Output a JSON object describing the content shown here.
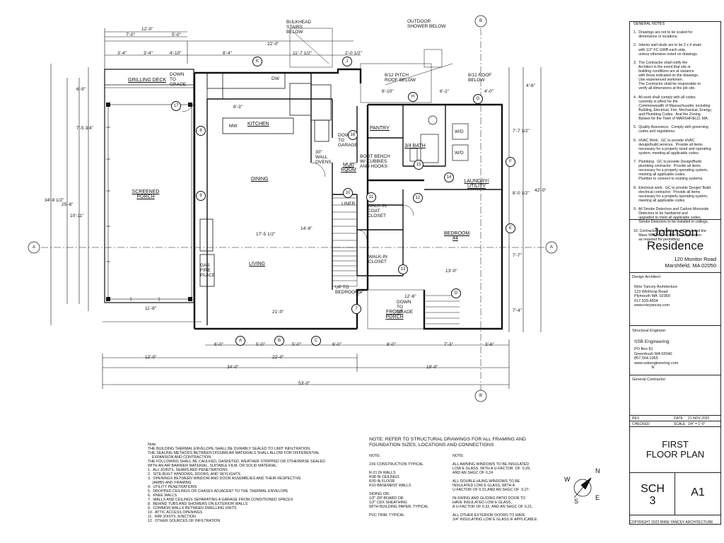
{
  "plan": {
    "room_labels": [
      {
        "id": "grilling",
        "text": "GRILLING DECK"
      },
      {
        "id": "kitchen",
        "text": "KITCHEN"
      },
      {
        "id": "dining",
        "text": "DINING"
      },
      {
        "id": "screened",
        "text": "SCREENED PORCH"
      },
      {
        "id": "living",
        "text": "LIVING"
      },
      {
        "id": "pantry",
        "text": "PANTRY"
      },
      {
        "id": "bath",
        "text": "3/4 BATH"
      },
      {
        "id": "mud",
        "text": "MUD ROOM"
      },
      {
        "id": "laundry",
        "text": "LAUNDRY/ UTILITY"
      },
      {
        "id": "bedroom",
        "text": "BEDROOM #4"
      },
      {
        "id": "frontporch",
        "text": "FRONT PORCH"
      }
    ],
    "notes": [
      {
        "id": "bulkhead",
        "text": "BULKHEAD STAIRS BELOW"
      },
      {
        "id": "shower",
        "text": "OUTDOOR SHOWER BELOW"
      },
      {
        "id": "downgrade1",
        "text": "DOWN TO GRADE"
      },
      {
        "id": "pitch812",
        "text": "8/12 PITCH ROOF BELOW"
      },
      {
        "id": "roofbelow",
        "text": "8/12 ROOF BELOW"
      },
      {
        "id": "downgarage",
        "text": "DOWN TO GARAGE"
      },
      {
        "id": "ovens",
        "text": "30\" WALL OVENS"
      },
      {
        "id": "bench",
        "text": "BOOT BENCH W/ CUBBIES AND HOOKS"
      },
      {
        "id": "liner",
        "text": "LINER"
      },
      {
        "id": "coat",
        "text": "WALK-IN COAT CLOSET"
      },
      {
        "id": "walkin",
        "text": "WALK-IN CLOSET"
      },
      {
        "id": "upbed",
        "text": "UP TO BEDROOMS"
      },
      {
        "id": "downgrade2",
        "text": "DOWN TO GRADE"
      },
      {
        "id": "gasfire",
        "text": "GAS FIRE PLACE"
      },
      {
        "id": "mw",
        "text": "MW"
      },
      {
        "id": "dw",
        "text": "DW"
      },
      {
        "id": "wd1",
        "text": "W/D"
      },
      {
        "id": "wd2",
        "text": "W/D"
      }
    ],
    "dimensions": [
      {
        "id": "d12top",
        "text": "12'-0\""
      },
      {
        "id": "d7",
        "text": "7'-0\""
      },
      {
        "id": "d5",
        "text": "5'-0\""
      },
      {
        "id": "d22top",
        "text": "22'-0\""
      },
      {
        "id": "d34a",
        "text": "3'-4\""
      },
      {
        "id": "d34b",
        "text": "3'-4\""
      },
      {
        "id": "d410",
        "text": "4'-10\""
      },
      {
        "id": "d84",
        "text": "8'-4\""
      },
      {
        "id": "d1171",
        "text": "11'-7 1/2\""
      },
      {
        "id": "d210",
        "text": "2'-0 1/2\""
      },
      {
        "id": "d69",
        "text": "6'-9\""
      },
      {
        "id": "d610",
        "text": "6'-10\""
      },
      {
        "id": "d62",
        "text": "6'-2\""
      },
      {
        "id": "d40",
        "text": "4'-0\""
      },
      {
        "id": "d8",
        "text": "8'-3\""
      },
      {
        "id": "d7534",
        "text": "7'-5 3/4\""
      },
      {
        "id": "d3412",
        "text": "34'-8 1/2\""
      },
      {
        "id": "d256",
        "text": "25'-6\""
      },
      {
        "id": "d1011",
        "text": "10'-11\""
      },
      {
        "id": "d1761",
        "text": "17'-5 1/2\""
      },
      {
        "id": "d148",
        "text": "14'-8\""
      },
      {
        "id": "d130",
        "text": "13'-0\""
      },
      {
        "id": "d210b",
        "text": "21'-0\""
      },
      {
        "id": "d126",
        "text": "12'-6\""
      },
      {
        "id": "d6bot",
        "text": "6'-0\""
      },
      {
        "id": "d5bot",
        "text": "5'-0\""
      },
      {
        "id": "d5bot2",
        "text": "5'-0\""
      },
      {
        "id": "d6bot2",
        "text": "6'-0\""
      },
      {
        "id": "d8bot",
        "text": "8'-0\""
      },
      {
        "id": "d73",
        "text": "7'-3\""
      },
      {
        "id": "d36",
        "text": "3'-6\""
      },
      {
        "id": "d12bot",
        "text": "12'-0\""
      },
      {
        "id": "d22bot",
        "text": "22'-0\""
      },
      {
        "id": "d34bot",
        "text": "34'-0\""
      },
      {
        "id": "d19bot",
        "text": "19'-0\""
      },
      {
        "id": "d53",
        "text": "53'-0\""
      },
      {
        "id": "d420",
        "text": "42'-0\""
      },
      {
        "id": "d46",
        "text": "4'-6\""
      },
      {
        "id": "d7712",
        "text": "7'-7 1/2\""
      },
      {
        "id": "d8012",
        "text": "8'-0 1/2\""
      },
      {
        "id": "d77",
        "text": "7'-7\""
      },
      {
        "id": "d74",
        "text": "7'-4\""
      },
      {
        "id": "d1311",
        "text": "11'-8\""
      }
    ],
    "grid_bubbles": [
      {
        "id": "A-left",
        "text": "A"
      },
      {
        "id": "A-right",
        "text": "A"
      },
      {
        "id": "B-top",
        "text": "B"
      },
      {
        "id": "B-bot",
        "text": "B"
      },
      {
        "id": "K",
        "text": "K"
      },
      {
        "id": "J",
        "text": "J"
      },
      {
        "id": "H",
        "text": "H"
      },
      {
        "id": "G",
        "text": "G"
      },
      {
        "id": "F",
        "text": "F"
      },
      {
        "id": "E",
        "text": "E"
      },
      {
        "id": "D",
        "text": "D"
      },
      {
        "id": "Abot",
        "text": "A"
      },
      {
        "id": "Bbot",
        "text": "B"
      },
      {
        "id": "Cbot",
        "text": "C"
      }
    ],
    "window_tags": [
      {
        "id": "w17",
        "text": "17"
      },
      {
        "id": "w8",
        "text": "8"
      },
      {
        "id": "w9",
        "text": "9"
      },
      {
        "id": "w16",
        "text": "16"
      },
      {
        "id": "w15",
        "text": "15"
      },
      {
        "id": "w14",
        "text": "14"
      },
      {
        "id": "w10",
        "text": "10"
      },
      {
        "id": "w11",
        "text": "11"
      },
      {
        "id": "w12",
        "text": "12"
      },
      {
        "id": "w13",
        "text": "13"
      },
      {
        "id": "w7",
        "text": "7"
      }
    ]
  },
  "structural_note": "NOTE:  REFER TO STRUCTURAL DRAWINGS FOR ALL FRAMING AND FOUNDATION  SIZES, LOCATIONS AND CONNECTIONS",
  "note_left": "Note:\nTHE BUILDING THERMAL ENVELOPE SHALL BE DURABLY SEALED TO LIMIT INFILTRATION.\nTHE SEALING METHODS BETWEEN DISSIMILAR MATERIALS SHALL ALLOW FOR DIFFERENTIAL\n    EXPANSION AND CONTRACTION.\nTHE FOLLOWING SHALL BE CAULKED, GASKETED, WEATHER STRIPPED OR OTHERWISE SEALED\nWITH AN AIR BARRIER MATERIAL, SUITABLE FILM, OR SOLID MATERIAL:\n1.  ALL JOINTS, SEAMS AND PENETRATIONS\n2.  SITE-BUILT WINDOWS, DOORS, AND SKYLIGHTS\n3.  OPENINGS BETWEEN WINDOW AND DOOR ASSEMBLIES AND THEIR RESPECTIVE\n    JAMBS AND FRAMING\n4.  UTILITY PENETRATIONS\n5.  DROPPED CEILINGS OR CHASES ADJACENT TO THE THERMAL ENVELOPE\n6.  KNEE WALLS\n7.  WALLS AND CEILINGS SEPARATING A GARAGE FROM CONDITIONED SPACES\n8.  BEHIND TUBS AND SHOWERS ON EXTERIOR WALLS\n9.  COMMON WALLS BETWEEN DWELLING UNITS\n10.  ATTIC ACCESS OPENINGS\n11.  RIM JOISTS JUNCTION\n12.  OTHER SOURCES OF INFILTRATION",
  "note_mid": "NOTE:\n\n2X6 CONSTRUCTION TYPICAL\n\nR-21 IN WALLS\nR38 IN CEILINGS\nR30 IN FLOOR\nR10 BASEMENT WALLS\n\nSIDING ON:\n1/2\" ZIP BOARD OR\n1/2\" CDX SHEATHING\nWITH BUILDING PAPER, TYPICAL\n\nPVC TRIM, TYPICAL",
  "note_right": "NOTE:\n\nALL AWNING WINDOWS TO BE INSULATED\nLOW E GLASS, WITH A U-FACTOR  OF  0.29,\nAND AN SHGC OF 0.24\n\nALL DOUBLE-HUNG WINDOWS TO BE\nINSULATED LOW E GLASS, WITH A\nU-FACTOR OF 0.31,AND AN SHGC OF  0.27.\n\nIN-SWING AND GLIDING PATIO DOOR TO\nHAVE INSULATED LOW E GLASS,\nA U-FACTOR OF 0.32, AND AN SHGC OF 0.21.\n\nALL OTHER EXTERIOR DOORS TO HAVE\n3/4\" INSULATING LOW E GLASS IF APPLICABLE.",
  "compass": {
    "n": "N",
    "e": "E",
    "s": "S",
    "w": "W"
  },
  "title_block": {
    "general_notes": "GENERAL NOTES\n\n1.  Drawings are not to be scaled for\n     dimensions or locations.\n\n2.  Interior wall studs are to be 2 x 4 studs\n     with 1/2\" FC GWB each side,\n     unless otherwise noted on drawings.\n\n3.  The Contractor shall notify the\n     Architect in the event that site or\n     building conditions are at variance\n     with those indicated on the drawings.\n     Use experienced workmen.\n     The Contractor shall be responsible to\n     verify all dimensions at the job site.\n\n4.  All work shall comply with all codes\n     currently in effect for the\n     Commonwealth of Massachusetts; including\n     Building, Electrical, Fire, Mechanical, Energy,\n     and Plumbing Codes.  And the Zoning\n     Bylaws for the Town of MARSHFIELD, MA.\n\n5.  Quality Assurance.  Comply with governing\n     codes and regulations.\n\n6.  HVAC Work.  GC to provide HVAC\n     design/build services.  Provide all items\n     necessary for a properly sized and operating\n     system, meeting all applicable codes.\n\n7.  Plumbing.  GC to provide Design/Build\n     plumbing contractor.  Provide all items\n     necessary for a properly operating system,\n     meeting all applicable codes.\n     Plumber to connect to existing systems.\n\n8.  Electrical work.  GC to provide Design/ Build\n     electrical contractor.  Provide all items\n     necessary for a properly operating system,\n     meeting all applicable codes.\n\n9.  All Smoke Detectors and Carbon Monoxide\n     Detectors to be hardwired and\n     upgraded to meet all applicable codes.\n     Smoke Detectors to be installed in ceilings.\n\n10. Contractor to provide Res-Check and the\n     Mass WFCM Checklist Documentation\n     as required for permitting.",
    "project_name": "Johnson Residence",
    "address_1": "120 Monitor Road",
    "address_2": "Marshfield, MA 02050",
    "architect_label": "Design Architect:",
    "architect": "Ririe Yancey Architecture\n123 Winthrop Road\nPlymouth MA  02360\n617.529.4504\nwww.rrieyancey.com",
    "engineer_label": "Structural Engineer:",
    "engineer_name": "SSB Engineering",
    "engineer": "PO Box 81\nGreenbush MA 02040\n857.504.1065\nwww.ssbengineering.com\n                N",
    "contractor_label": "General Contractor:",
    "rev_label": "REV",
    "date_label": "DATE",
    "date_value": "21 NOV 2022",
    "checked_label": "CHECKED",
    "scale_label": "SCALE",
    "scale_value": "1/4\" = 1'-0\"",
    "sheet_title": "FIRST FLOOR PLAN",
    "sheet_code": "SCH 3",
    "sheet_number": "A1",
    "copyright": "COPYRIGHT   2022 RIRIE YANCEY ARCHITECTURE"
  }
}
